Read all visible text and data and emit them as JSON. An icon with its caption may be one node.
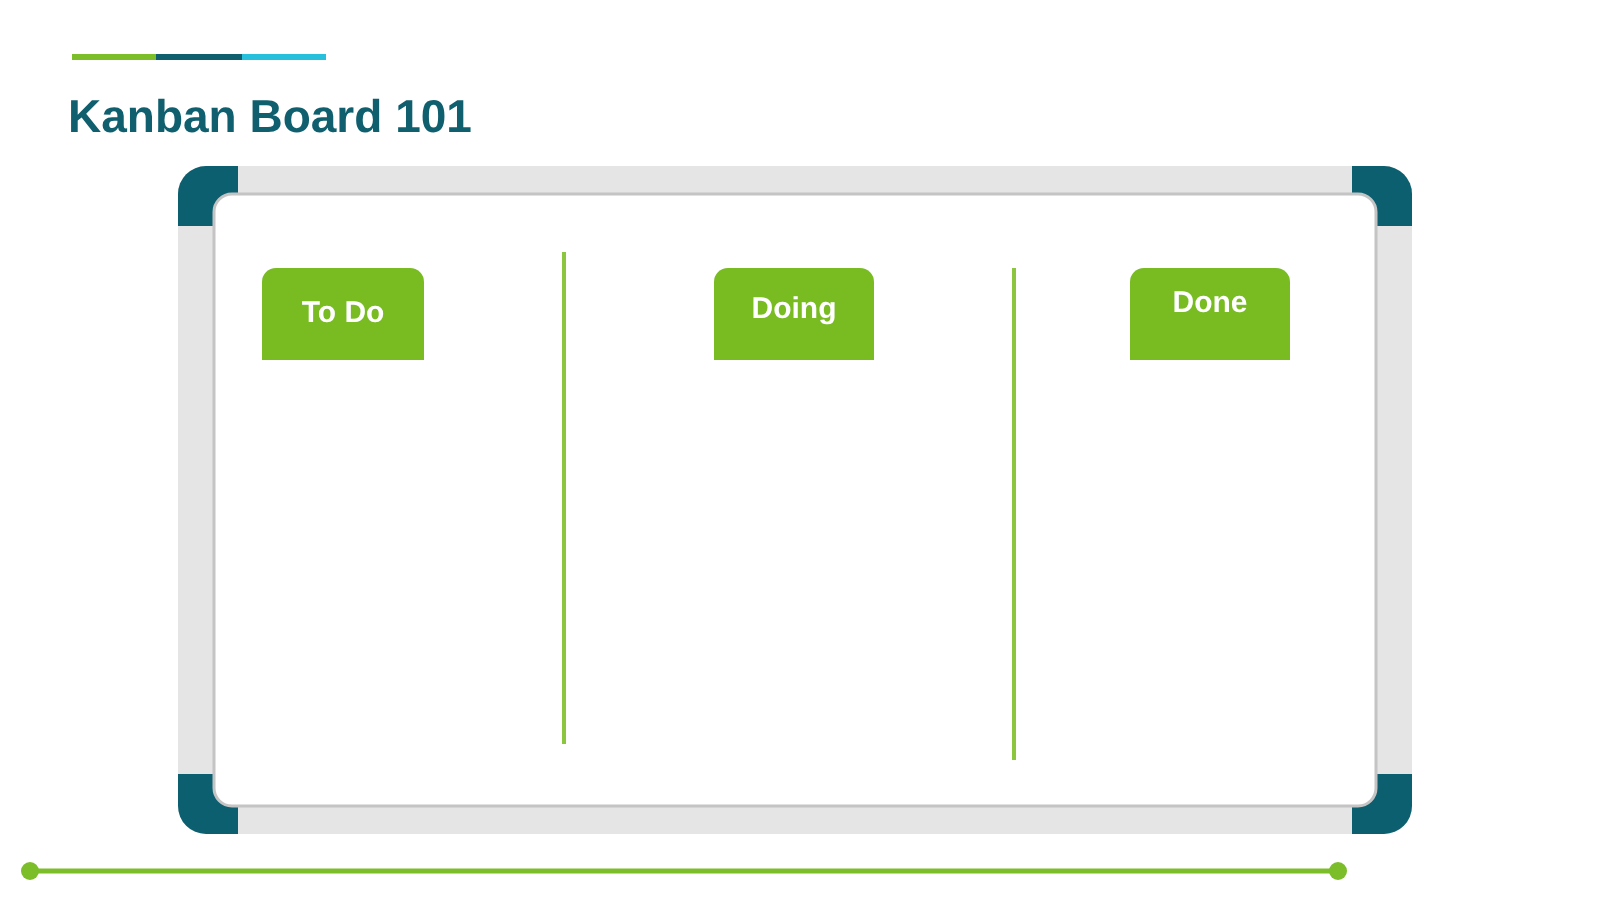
{
  "diagram": {
    "title": "Kanban Board 101",
    "nodes": [
      {
        "text": [],
        "shape": "box"
      },
      {
        "text": [
          "To Do"
        ],
        "in": 0
      },
      {
        "text": [
          "Doing"
        ],
        "in": 0
      },
      {
        "text": [
          "Done"
        ],
        "in": 0
      }
    ]
  }
}
